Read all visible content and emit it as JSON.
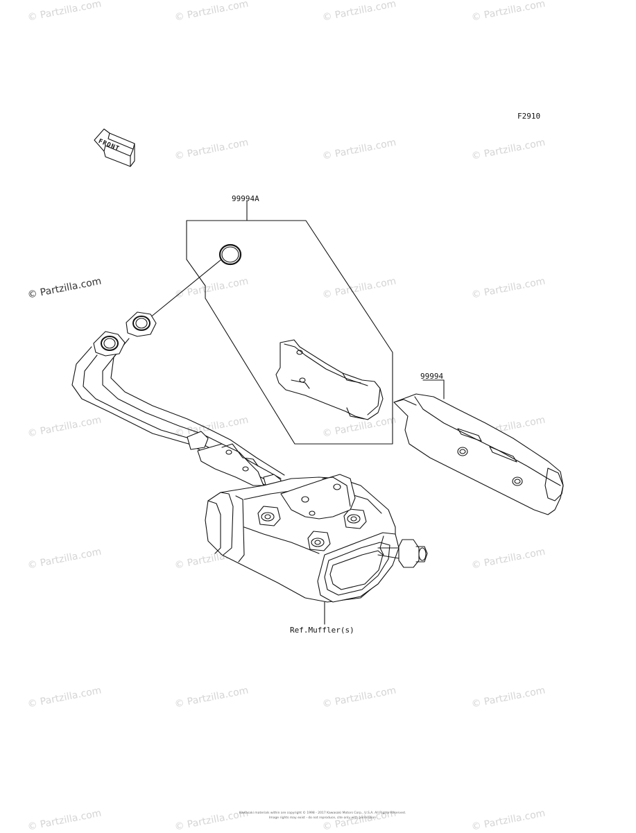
{
  "diagram": {
    "figure_code": "F2910",
    "front_label": "FRONT",
    "callouts": {
      "kit_a": "99994A",
      "cover": "99994",
      "ref_muffler": "Ref.Muffler(s)"
    },
    "watermark": "© Partzilla.com",
    "copyright_lines": [
      "Kawasaki materials within are copyright © 1998 - 2017 Kawasaki Motors Corp., U.S.A. All Rights Reserved.",
      "Image rights may exist - do not reproduce, cite only with permission"
    ]
  }
}
